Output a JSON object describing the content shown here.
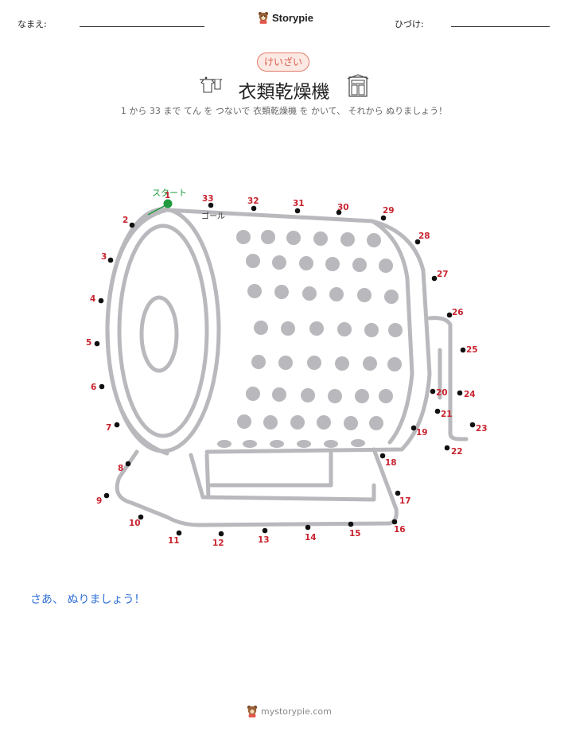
{
  "header": {
    "name_label": "なまえ:",
    "date_label": "ひづけ:",
    "brand": "Storypie"
  },
  "badge": "けいざい",
  "title": "衣類乾燥機",
  "instructions": "1 から 33 まで てん を つないで 衣類乾燥機 を かいて、 それから ぬりましょう！",
  "start_label": "スタート",
  "goal_label": "ゴール",
  "cta": "さあ、 ぬりましょう！",
  "footer": "mystorypie.com",
  "colors": {
    "dot": "#111111",
    "number": "#c8242f",
    "start": "#1f9a3e",
    "outline": "#b9b9bd",
    "accent": "#2f6fd6"
  },
  "dots": [
    {
      "n": "1"
    },
    {
      "n": "2"
    },
    {
      "n": "3"
    },
    {
      "n": "4"
    },
    {
      "n": "5"
    },
    {
      "n": "6"
    },
    {
      "n": "7"
    },
    {
      "n": "8"
    },
    {
      "n": "9"
    },
    {
      "n": "10"
    },
    {
      "n": "11"
    },
    {
      "n": "12"
    },
    {
      "n": "13"
    },
    {
      "n": "14"
    },
    {
      "n": "15"
    },
    {
      "n": "16"
    },
    {
      "n": "17"
    },
    {
      "n": "18"
    },
    {
      "n": "19"
    },
    {
      "n": "20"
    },
    {
      "n": "21"
    },
    {
      "n": "22"
    },
    {
      "n": "23"
    },
    {
      "n": "24"
    },
    {
      "n": "25"
    },
    {
      "n": "26"
    },
    {
      "n": "27"
    },
    {
      "n": "28"
    },
    {
      "n": "29"
    },
    {
      "n": "30"
    },
    {
      "n": "31"
    },
    {
      "n": "32"
    },
    {
      "n": "33"
    }
  ]
}
